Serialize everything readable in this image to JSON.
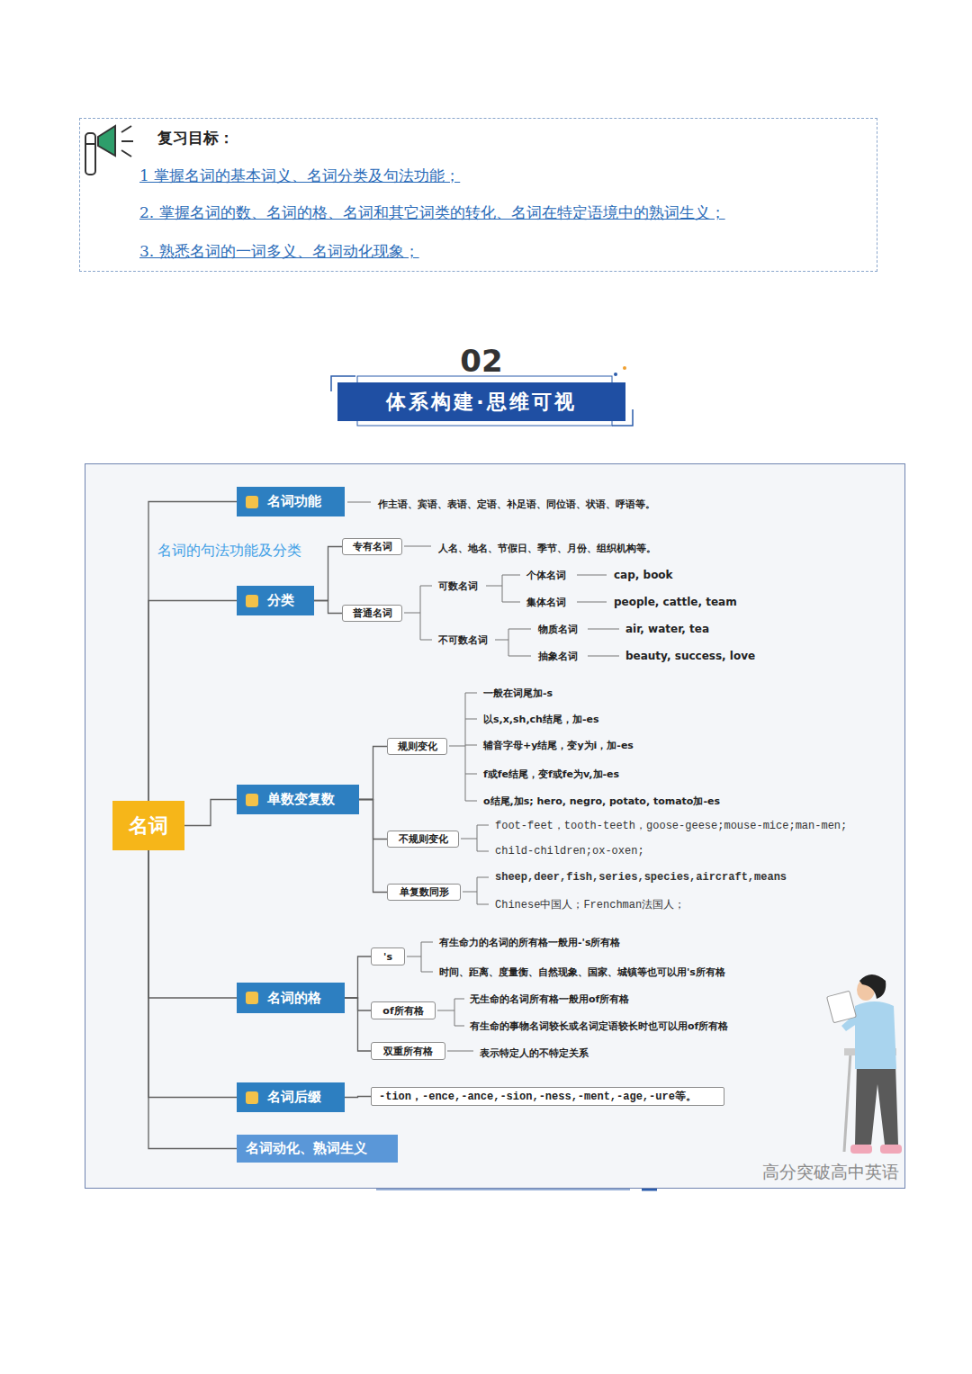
{
  "diagram": {
    "nodes": [
      {
        "text": [
          "复习目标：",
          "1 掌握名词的基本词义、名词分类及句法功能；",
          "2. 掌握名词的数、名词的格、名词和其它词类的转化、名词在特定语境中的熟词生义；",
          "3. 熟悉名词的一词多义、名词动化现象；"
        ]
      },
      {
        "text": [
          "02",
          "体系构建·思维可视"
        ]
      },
      {
        "text": [
          "高分突破高中英语"
        ]
      },
      {
        "text": [
          "名词"
        ],
        "in": 2
      },
      {
        "text": [
          "名词功能"
        ],
        "in": 2
      },
      {
        "text": [
          "分类"
        ],
        "in": 2
      },
      {
        "text": [
          "专有名词"
        ],
        "in": 2
      },
      {
        "text": [
          "普通名词"
        ],
        "in": 2
      },
      {
        "text": [
          "单数变复数"
        ],
        "in": 2
      },
      {
        "text": [
          "规则变化"
        ],
        "in": 2
      },
      {
        "text": [
          "不规则变化"
        ],
        "in": 2
      },
      {
        "text": [
          "单复数同形"
        ],
        "in": 2
      },
      {
        "text": [
          "名词的格"
        ],
        "in": 2
      },
      {
        "text": [
          "'s"
        ],
        "in": 2
      },
      {
        "text": [
          "of所有格"
        ],
        "in": 2
      },
      {
        "text": [
          "双重所有格"
        ],
        "in": 2
      },
      {
        "text": [
          "名词后缀"
        ],
        "in": 2
      },
      {
        "text": [
          "-tion，-ence,-ance,-sion,-ness,-ment,-age,-ure等。"
        ],
        "in": 2
      },
      {
        "text": [
          "名词动化、熟词生义"
        ],
        "in": 2
      }
    ],
    "edges": [
      {
        "from": 3,
        "to": 4,
        "arrow": "none"
      },
      {
        "from": 3,
        "to": 5,
        "arrow": "none"
      },
      {
        "from": 3,
        "to": 8,
        "arrow": "none"
      },
      {
        "from": 3,
        "to": 12,
        "arrow": "none"
      },
      {
        "from": 3,
        "to": 16,
        "arrow": "none"
      },
      {
        "from": 3,
        "to": 18,
        "arrow": "none"
      },
      {
        "from": 5,
        "to": 6,
        "arrow": "none"
      },
      {
        "from": 5,
        "to": 7,
        "arrow": "none"
      },
      {
        "from": 8,
        "to": 9,
        "arrow": "none"
      },
      {
        "from": 8,
        "to": 10,
        "arrow": "none"
      },
      {
        "from": 8,
        "to": 11,
        "arrow": "none"
      },
      {
        "from": 12,
        "to": 13,
        "arrow": "none"
      },
      {
        "from": 12,
        "to": 14,
        "arrow": "none"
      },
      {
        "from": 12,
        "to": 15,
        "arrow": "none"
      },
      {
        "from": 16,
        "to": 17,
        "arrow": "none"
      }
    ],
    "labels": [
      "作主语、宾语、表语、定语、补足语、同位语、状语、呼语等。",
      "名词的句法功能及分类",
      "人名、地名、节假日、季节、月份、组织机构等。",
      "可数名词",
      "个体名词",
      "cap, book",
      "集体名词",
      "people, cattle, team",
      "不可数名词",
      "物质名词",
      "air, water, tea",
      "抽象名词",
      "beauty, success, love",
      "一般在词尾加-s",
      "以s,x,sh,ch结尾，加-es",
      "辅音字母+y结尾，变y为i，加-es",
      "f或fe结尾，变f或fe为v,加-es",
      "o结尾,加s; hero, negro, potato, tomato加-es",
      "foot-feet，tooth-teeth，goose-geese;mouse-mice;man-men;",
      "child-children;ox-oxen;",
      "sheep,deer,fish,series,species,aircraft,means",
      "Chinese中国人；Frenchman法国人；",
      "有生命力的名词的所有格一般用-'s所有格",
      "时间、距离、度量衡、自然现象、国家、城镇等也可以用's所有格",
      "无生命的名词所有格一般用of所有格",
      "有生命的事物名词较长或名词定语较长时也可以用of所有格",
      "表示特定人的不特定关系"
    ]
  }
}
